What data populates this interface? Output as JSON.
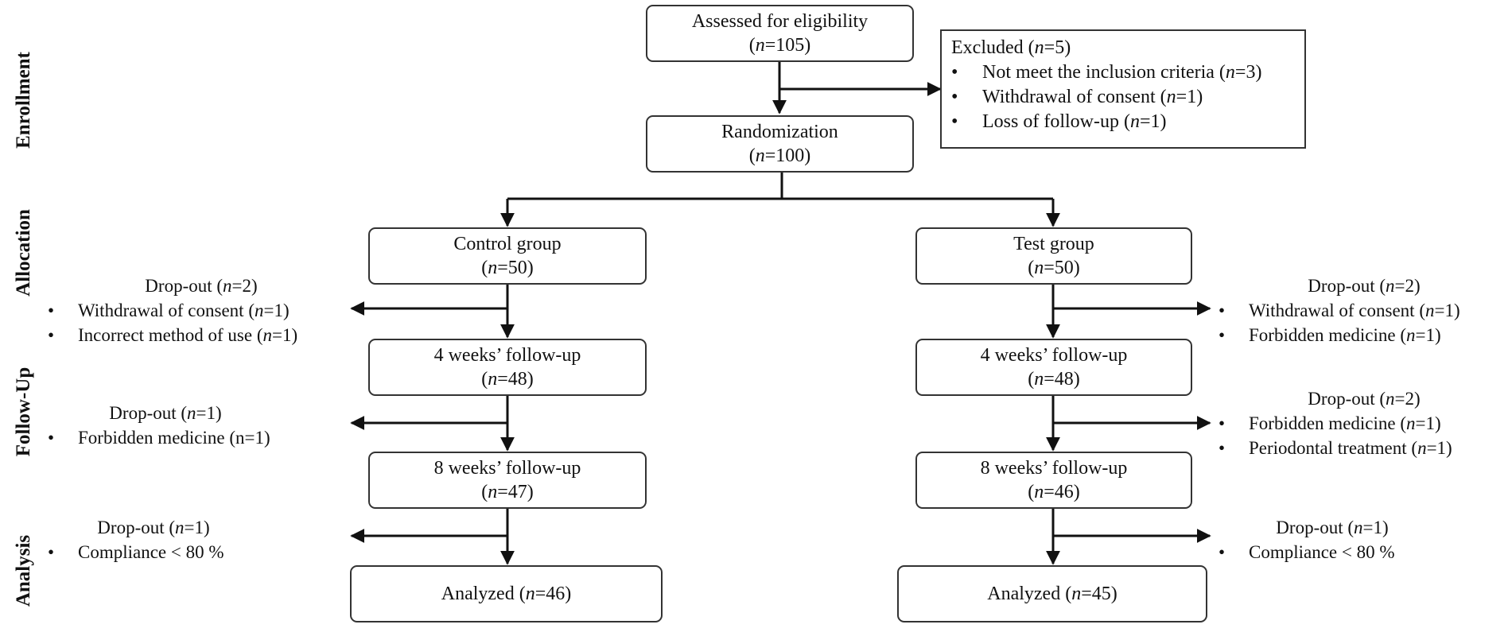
{
  "stages": {
    "enrollment": "Enrollment",
    "allocation": "Allocation",
    "follow_up": "Follow-Up",
    "analysis": "Analysis"
  },
  "assessed": {
    "label": "Assessed  for eligibility",
    "count": "105"
  },
  "excluded": {
    "title": "Excluded",
    "count": "5",
    "items": [
      {
        "text": "Not meet the inclusion criteria",
        "count": "3"
      },
      {
        "text": "Withdrawal of consent",
        "count": "1"
      },
      {
        "text": "Loss of follow-up",
        "count": "1"
      }
    ]
  },
  "randomization": {
    "label": "Randomization",
    "count": "100"
  },
  "control": {
    "group": {
      "label": "Control group",
      "count": "50"
    },
    "dropout1": {
      "title": "Drop-out",
      "count": "2",
      "items": [
        {
          "text": "Withdrawal of consent",
          "count": "1"
        },
        {
          "text": "Incorrect method of use",
          "count": "1"
        }
      ]
    },
    "week4": {
      "label": "4 weeks’ follow-up",
      "count": "48"
    },
    "dropout2": {
      "title": "Drop-out",
      "count": "1",
      "items": [
        {
          "text": "Forbidden medicine (n=1)"
        }
      ]
    },
    "week8": {
      "label": "8 weeks’ follow-up",
      "count": "47"
    },
    "dropout3": {
      "title": "Drop-out",
      "count": "1",
      "items": [
        {
          "text": "Compliance < 80 %"
        }
      ]
    },
    "analyzed": {
      "label": "Analyzed",
      "count": "46"
    }
  },
  "test": {
    "group": {
      "label": "Test group",
      "count": "50"
    },
    "dropout1": {
      "title": "Drop-out",
      "count": "2",
      "items": [
        {
          "text": "Withdrawal of consent",
          "count": "1"
        },
        {
          "text": "Forbidden medicine",
          "count": "1"
        }
      ]
    },
    "week4": {
      "label": "4 weeks’ follow-up",
      "count": "48"
    },
    "dropout2": {
      "title": "Drop-out",
      "count": "2",
      "items": [
        {
          "text": "Forbidden medicine",
          "count": "1"
        },
        {
          "text": "Periodontal treatment",
          "count": "1"
        }
      ]
    },
    "week8": {
      "label": "8 weeks’ follow-up",
      "count": "46"
    },
    "dropout3": {
      "title": "Drop-out",
      "count": "1",
      "items": [
        {
          "text": "Compliance < 80 %"
        }
      ]
    },
    "analyzed": {
      "label": "Analyzed",
      "count": "45"
    }
  },
  "colors": {
    "line": "#111111",
    "border": "#333333",
    "background": "#ffffff"
  }
}
